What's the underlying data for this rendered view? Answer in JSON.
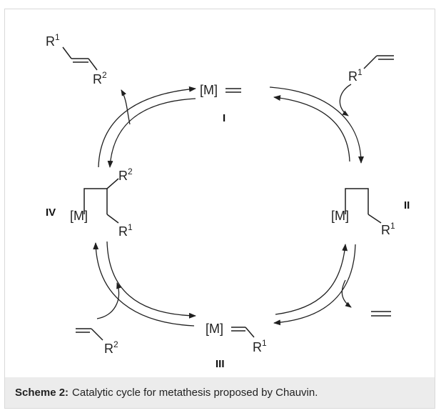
{
  "species": {
    "I": {
      "metal": "[M]",
      "label": "I"
    },
    "II": {
      "metal": "[M]",
      "r": "R",
      "r_sup": "1",
      "label": "II"
    },
    "III": {
      "metal": "[M]",
      "r": "R",
      "r_sup": "1",
      "label": "III"
    },
    "IV": {
      "metal": "[M]",
      "r_top": "R",
      "r_top_sup": "2",
      "r_bottom": "R",
      "r_bottom_sup": "1",
      "label": "IV"
    }
  },
  "reagents": {
    "alkene_in_1": {
      "r": "R",
      "r_sup": "1"
    },
    "alkene_in_2": {
      "r": "R",
      "r_sup": "2"
    }
  },
  "products": {
    "alkene_out": {
      "r_top": "R",
      "r_top_sup": "1",
      "r_bottom": "R",
      "r_bottom_sup": "2"
    }
  },
  "caption": {
    "label": "Scheme 2:",
    "text": "Catalytic cycle for metathesis proposed by Chauvin."
  }
}
